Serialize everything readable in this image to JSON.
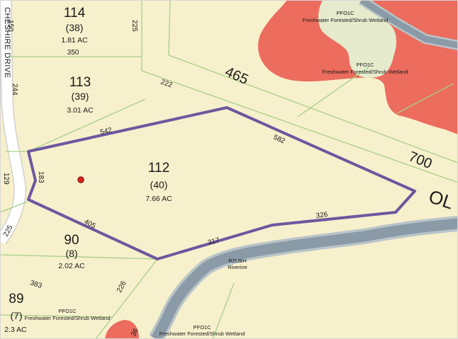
{
  "colors": {
    "land": "#f7f0cc",
    "wetland_fill": "#ec6c5e",
    "wetland_light": "#e5ebcc",
    "river": "#8a9aa6",
    "river_edge": "#b9c4c9",
    "parcel_line": "#a6d088",
    "subject_outline": "#6d579f",
    "point_marker": "#d5241f"
  },
  "street_name": "CHESHIRE DRIVE",
  "parcels": [
    {
      "number": "114",
      "sub": "(38)",
      "acres": "1.81 AC"
    },
    {
      "number": "113",
      "sub": "(39)",
      "acres": "3.01 AC"
    },
    {
      "number": "112",
      "sub": "(40)",
      "acres": "7.66 AC"
    },
    {
      "number": "90",
      "sub": "(8)",
      "acres": "2.02 AC"
    },
    {
      "number": "89",
      "sub": "(7)",
      "acres": "2.3 AC"
    }
  ],
  "dimensions": [
    "150",
    "225",
    "350",
    "244",
    "222",
    "542",
    "582",
    "183",
    "129",
    "225",
    "405",
    "317",
    "326",
    "383",
    "226",
    "36"
  ],
  "roads": {
    "r465": "465",
    "r700": "700",
    "ol": "OL"
  },
  "wetland_labels": [
    {
      "code": "PFO1C",
      "desc": "Freshwater Forested/Shrub Wetland"
    },
    {
      "code": "PFO1C",
      "desc": "Freshwater Forested/Shrub Wetland"
    },
    {
      "code": "PFO1C",
      "desc": "Freshwater Forested/Shrub Wetland"
    },
    {
      "code": "PFO1C",
      "desc": "Freshwater Forested/Shrub Wetland"
    }
  ],
  "riverine": {
    "code": "R2UBH",
    "desc": "Riverine"
  }
}
